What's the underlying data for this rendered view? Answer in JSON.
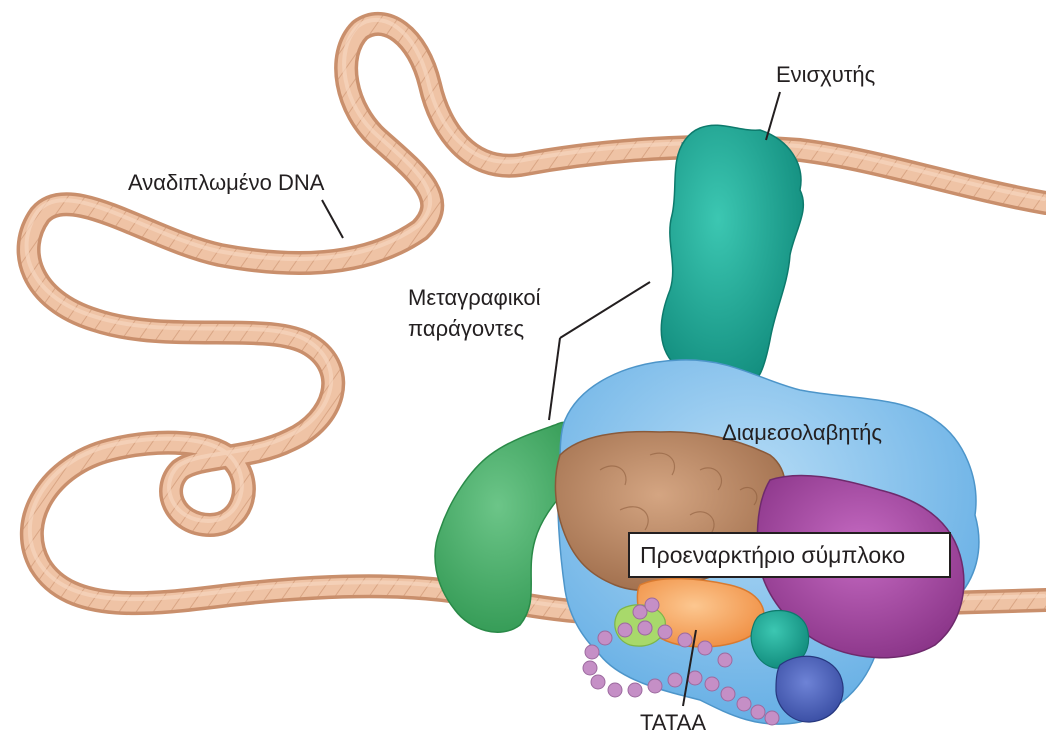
{
  "labels": {
    "folded_dna": "Αναδιπλωμένο DNA",
    "enhancer": "Ενισχυτής",
    "transcription_factors_line1": "Μεταγραφικοί",
    "transcription_factors_line2": "παράγοντες",
    "mediator": "Διαμεσολαβητής",
    "preinitiation_complex": "Προεναρκτήριο σύμπλοκο",
    "tataa": "TATAA"
  },
  "colors": {
    "dna_outer": "#c98f6c",
    "dna_inner": "#efc3a5",
    "enhancer_band": "#b9bcc0",
    "activator_teal": "#1fa896",
    "factor_green": "#3fae64",
    "mediator_blue": "#8ec6ef",
    "polymerase_brown": "#b5835f",
    "complex_purple": "#a0459e",
    "tbp_orange": "#f7a55a",
    "tail_beads": "#c58fc6",
    "label_text": "#231f20"
  }
}
